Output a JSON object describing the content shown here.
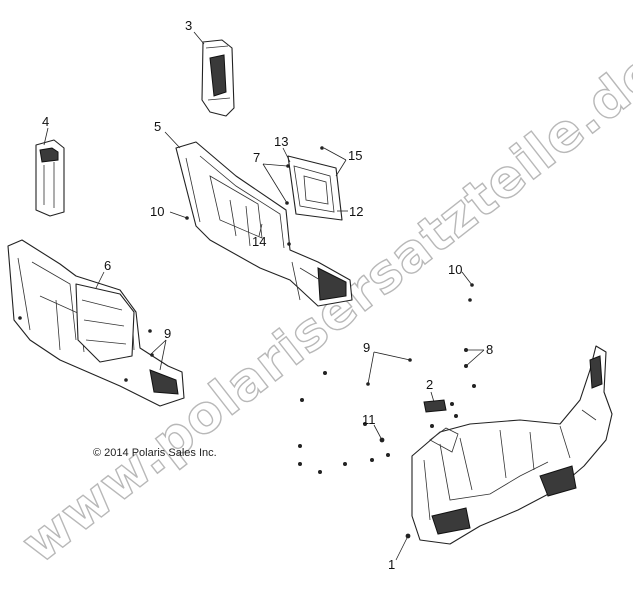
{
  "watermark": "www.polarisersatzteile.de",
  "copyright": "© 2014 Polaris Sales Inc.",
  "callouts": [
    {
      "id": "c1",
      "label": "1"
    },
    {
      "id": "c2",
      "label": "2"
    },
    {
      "id": "c3",
      "label": "3"
    },
    {
      "id": "c4",
      "label": "4"
    },
    {
      "id": "c5",
      "label": "5"
    },
    {
      "id": "c6",
      "label": "6"
    },
    {
      "id": "c7",
      "label": "7"
    },
    {
      "id": "c8",
      "label": "8"
    },
    {
      "id": "c9a",
      "label": "9"
    },
    {
      "id": "c9b",
      "label": "9"
    },
    {
      "id": "c10a",
      "label": "10"
    },
    {
      "id": "c10b",
      "label": "10"
    },
    {
      "id": "c11",
      "label": "11"
    },
    {
      "id": "c12",
      "label": "12"
    },
    {
      "id": "c13",
      "label": "13"
    },
    {
      "id": "c14",
      "label": "14"
    },
    {
      "id": "c15",
      "label": "15"
    }
  ]
}
